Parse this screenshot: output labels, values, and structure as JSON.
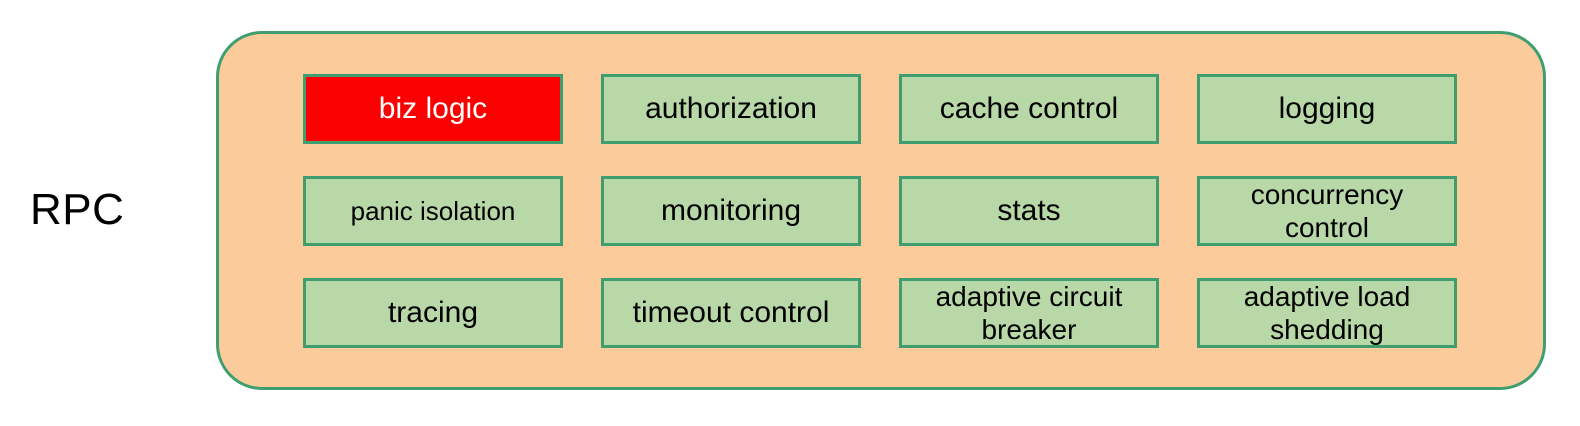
{
  "diagram": {
    "left_label": "RPC",
    "colors": {
      "container_fill": "#fbcb9c",
      "container_border": "#3f9e70",
      "box_fill": "#b9d8a8",
      "box_border": "#3f9e70",
      "highlight_fill": "#fa0000",
      "highlight_text": "#ffffff",
      "text": "#000000",
      "page_background": "#ffffff"
    },
    "grid": {
      "columns": 4,
      "rows": 3
    },
    "boxes": [
      {
        "label": "biz logic",
        "highlighted": true,
        "lines": 1,
        "size": "normal"
      },
      {
        "label": "authorization",
        "highlighted": false,
        "lines": 1,
        "size": "normal"
      },
      {
        "label": "cache control",
        "highlighted": false,
        "lines": 1,
        "size": "normal"
      },
      {
        "label": "logging",
        "highlighted": false,
        "lines": 1,
        "size": "normal"
      },
      {
        "label": "panic isolation",
        "highlighted": false,
        "lines": 1,
        "size": "small"
      },
      {
        "label": "monitoring",
        "highlighted": false,
        "lines": 1,
        "size": "normal"
      },
      {
        "label": "stats",
        "highlighted": false,
        "lines": 1,
        "size": "normal"
      },
      {
        "label": "concurrency\ncontrol",
        "highlighted": false,
        "lines": 2,
        "size": "two-line"
      },
      {
        "label": "tracing",
        "highlighted": false,
        "lines": 1,
        "size": "normal"
      },
      {
        "label": "timeout control",
        "highlighted": false,
        "lines": 1,
        "size": "normal"
      },
      {
        "label": "adaptive circuit\nbreaker",
        "highlighted": false,
        "lines": 2,
        "size": "two-line"
      },
      {
        "label": "adaptive load\nshedding",
        "highlighted": false,
        "lines": 2,
        "size": "two-line"
      }
    ]
  }
}
